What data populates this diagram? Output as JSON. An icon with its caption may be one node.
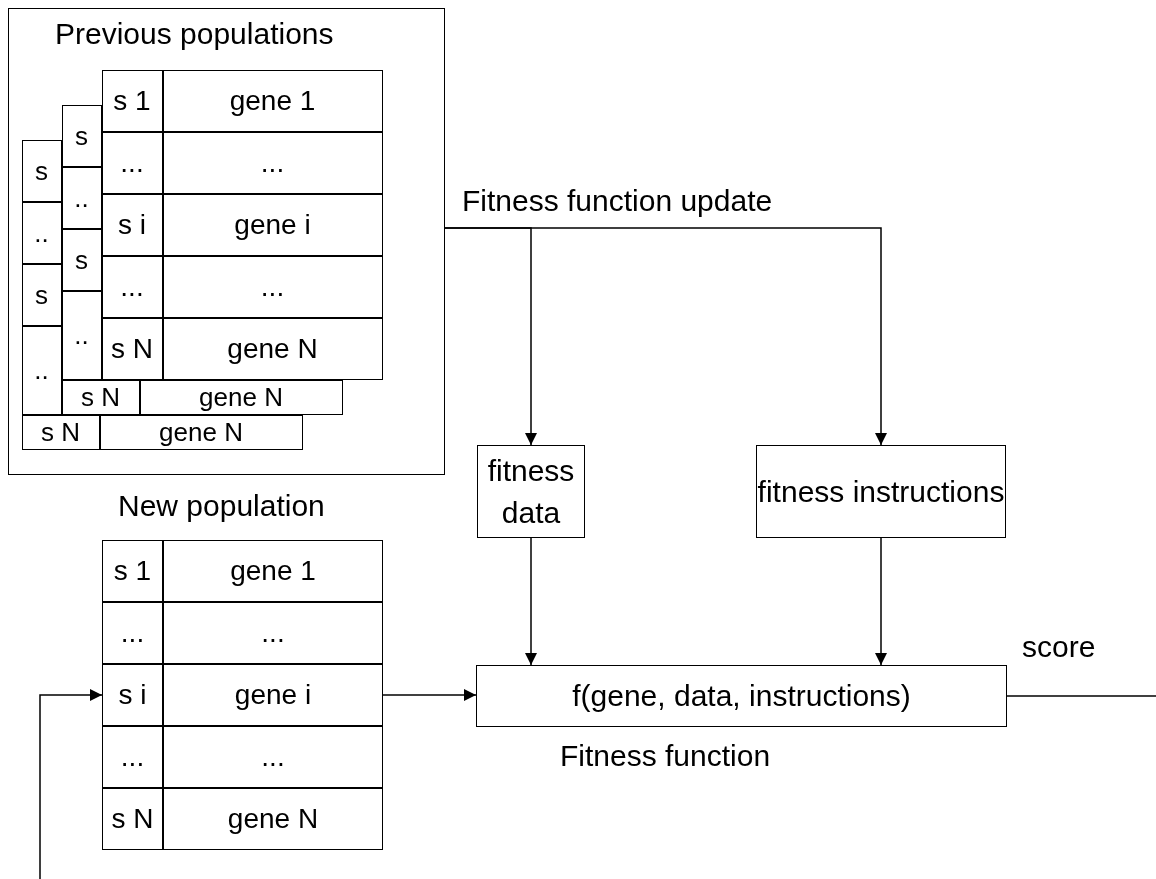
{
  "diagram": {
    "nodes": [
      {
        "text": [
          "Previous populations"
        ]
      },
      {
        "text": [
          "s"
        ],
        "in": 0
      },
      {
        "text": [
          ".."
        ],
        "in": 0
      },
      {
        "text": [
          "s"
        ],
        "in": 0
      },
      {
        "text": [
          ".."
        ],
        "in": 0
      },
      {
        "text": [
          "s N"
        ],
        "in": 0
      },
      {
        "text": [
          "gene N"
        ],
        "in": 0
      },
      {
        "text": [
          "s"
        ],
        "in": 0
      },
      {
        "text": [
          ".."
        ],
        "in": 0
      },
      {
        "text": [
          "s"
        ],
        "in": 0
      },
      {
        "text": [
          ".."
        ],
        "in": 0
      },
      {
        "text": [
          "s N"
        ],
        "in": 0
      },
      {
        "text": [
          "gene N"
        ],
        "in": 0
      },
      {
        "text": [
          "s 1"
        ],
        "in": 0
      },
      {
        "text": [
          "gene 1"
        ],
        "in": 0
      },
      {
        "text": [
          "..."
        ],
        "in": 0
      },
      {
        "text": [
          "..."
        ],
        "in": 0
      },
      {
        "text": [
          "s i"
        ],
        "in": 0
      },
      {
        "text": [
          "gene i"
        ],
        "in": 0
      },
      {
        "text": [
          "..."
        ],
        "in": 0
      },
      {
        "text": [
          "..."
        ],
        "in": 0
      },
      {
        "text": [
          "s N"
        ],
        "in": 0
      },
      {
        "text": [
          "gene N"
        ],
        "in": 0
      },
      {
        "text": [
          "New population"
        ]
      },
      {
        "text": [
          "s 1"
        ],
        "in": 23
      },
      {
        "text": [
          "gene 1"
        ],
        "in": 23
      },
      {
        "text": [
          "..."
        ],
        "in": 23
      },
      {
        "text": [
          "..."
        ],
        "in": 23
      },
      {
        "text": [
          "s i"
        ],
        "in": 23
      },
      {
        "text": [
          "gene i"
        ],
        "in": 23
      },
      {
        "text": [
          "..."
        ],
        "in": 23
      },
      {
        "text": [
          "..."
        ],
        "in": 23
      },
      {
        "text": [
          "s N"
        ],
        "in": 23
      },
      {
        "text": [
          "gene N"
        ],
        "in": 23
      },
      {
        "text": [
          "fitness data"
        ]
      },
      {
        "text": [
          "fitness instructions"
        ]
      },
      {
        "text": [
          "f(gene, data, instructions)"
        ],
        "beside": [
          "Fitness function"
        ]
      }
    ],
    "edges": [
      {
        "from": 0,
        "to": 34,
        "arrow": "to",
        "label": "Fitness function update"
      },
      {
        "from": 0,
        "to": 35,
        "arrow": "to"
      },
      {
        "from": 34,
        "to": 36,
        "arrow": "to"
      },
      {
        "from": 35,
        "to": 36,
        "arrow": "to"
      },
      {
        "from": 29,
        "to": 36,
        "arrow": "to"
      },
      {
        "from": 36,
        "to": null,
        "arrow": "none",
        "label": "score"
      },
      {
        "from": null,
        "to": 28,
        "arrow": "to"
      }
    ]
  }
}
